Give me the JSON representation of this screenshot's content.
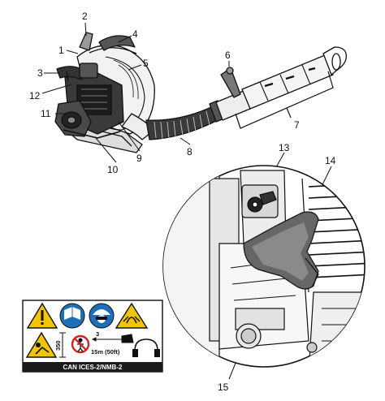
{
  "callouts": {
    "c1": "1",
    "c2": "2",
    "c3": "3",
    "c4": "4",
    "c5": "5",
    "c6": "6",
    "c7": "7",
    "c8": "8",
    "c9": "9",
    "c10": "10",
    "c11": "11",
    "c12": "12",
    "c13": "13",
    "c14": "14",
    "c15": "15"
  },
  "safety_label": {
    "distance_vertical": "350",
    "distance_text": "15m (50ft)",
    "marker_number": "3",
    "footer": "CAN ICES-2/NMB-2"
  },
  "colors": {
    "warning_yellow": "#f2c500",
    "mandatory_blue": "#1d6fb8",
    "prohibition_red": "#d42020",
    "line_dark": "#111111",
    "label_bar": "#1a1a1a"
  },
  "icons": [
    "warning-triangle-icon",
    "read-manual-icon",
    "wear-protection-icon",
    "hot-surface-warning-icon",
    "debris-warning-icon",
    "no-bystanders-icon",
    "hearing-protection-icon"
  ]
}
